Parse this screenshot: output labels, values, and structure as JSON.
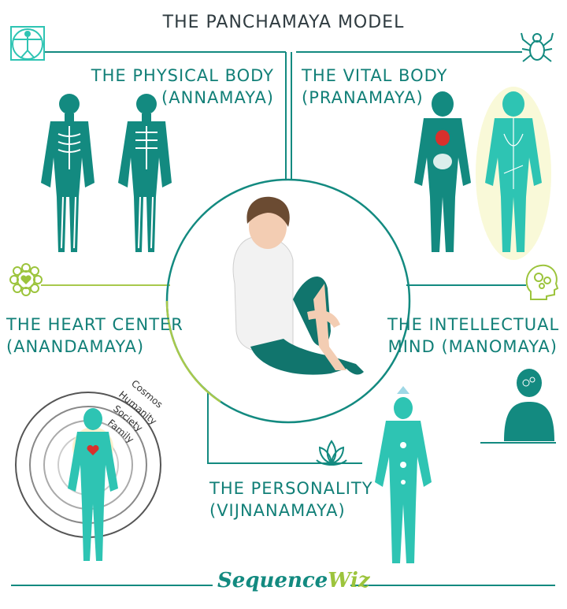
{
  "title": "THE PANCHAMAYA MODEL",
  "sections": {
    "physical": {
      "line1": "THE PHYSICAL BODY",
      "line2": "(ANNAMAYA)"
    },
    "vital": {
      "line1": "THE VITAL BODY",
      "line2": "(PRANAMAYA)"
    },
    "heart": {
      "line1": "THE HEART CENTER",
      "line2": "(ANANDAMAYA)"
    },
    "intellectual": {
      "line1": "THE INTELLECTUAL",
      "line2": "MIND (MANOMAYA)"
    },
    "personality": {
      "line1": "THE PERSONALITY",
      "line2": "(VIJNANAMAYA)"
    }
  },
  "circles": [
    "Cosmos",
    "Humanity",
    "Society",
    "Family"
  ],
  "logo": {
    "part1": "Sequence",
    "part2": "Wiz"
  },
  "colors": {
    "teal": "#138a80",
    "teal_light": "#2ec4b3",
    "green": "#9cc43c",
    "dark": "#2f3b40",
    "heart": "#d9302c"
  }
}
